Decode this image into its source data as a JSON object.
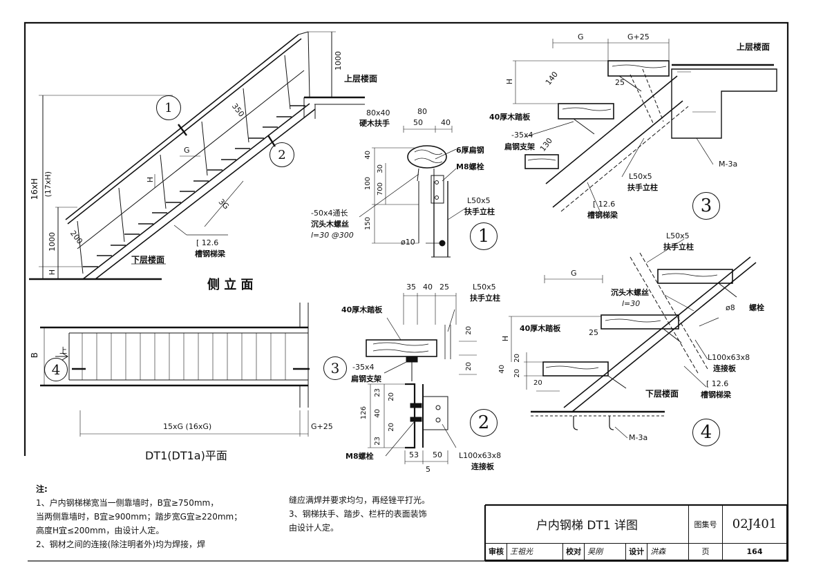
{
  "side_view": {
    "title": "侧 立 面",
    "detail1_ref": "1",
    "detail2_ref": "2",
    "upper_floor": "上层楼面",
    "lower_floor": "下层楼面",
    "height_total": "16xH",
    "height_total_alt": "(17xH)",
    "rail_height_top": "1000",
    "rail_height_bottom": "1000",
    "stair_h": "H",
    "dim_g": "G",
    "dim_3g": "3G",
    "dim_h_bottom": "H",
    "dim_350": "350",
    "dim_200": "200",
    "beam_size": "[ 12.6",
    "beam_name": "槽钢梯梁"
  },
  "detail1": {
    "num": "1",
    "handrail_size": "80x40",
    "handrail_name": "硬木扶手",
    "dim_80": "80",
    "dim_50": "50",
    "dim_40": "40",
    "flat_steel": "6厚扁钢",
    "bolt": "M8螺栓",
    "dim_v40": "40",
    "dim_v30": "30",
    "dim_v100": "100",
    "dim_v700": "700",
    "dim_v150": "150",
    "strip": "-50x4通长",
    "screw": "沉头木螺丝",
    "spacing": "l=30 @300",
    "rod": "ø10",
    "post_size": "L50x5",
    "post_name": "扶手立柱"
  },
  "detail2": {
    "num": "2",
    "dim_35": "35",
    "dim_40": "40",
    "dim_25": "25",
    "post_size": "L50x5",
    "post_name": "扶手立柱",
    "tread": "40厚木踏板",
    "bracket_size": "-35x4",
    "bracket_name": "扁钢支架",
    "dim_20a": "20",
    "dim_20b": "20",
    "dim_126": "126",
    "dim_23a": "23",
    "dim_20c": "20",
    "dim_40v": "40",
    "dim_20d": "20",
    "dim_23b": "23",
    "bolt": "M8螺栓",
    "dim_53": "53",
    "dim_50": "50",
    "dim_5": "5",
    "plate_size": "L100x63x8",
    "plate_name": "连接板"
  },
  "detail3": {
    "num": "3",
    "dim_g": "G",
    "dim_g25": "G+25",
    "upper_floor": "上层楼面",
    "dim_h": "H",
    "dim_140": "140",
    "dim_25": "25",
    "tread": "40厚木踏板",
    "bracket_size": "-35x4",
    "bracket_name": "扁钢支架",
    "dim_130": "130",
    "post_size": "L50x5",
    "post_name": "扶手立柱",
    "beam_size": "[ 12.6",
    "beam_name": "槽钢梯梁",
    "anchor": "M-3a"
  },
  "detail4": {
    "num": "4",
    "post_size": "L50x5",
    "post_name": "扶手立柱",
    "dim_g": "G",
    "screw": "沉头木螺丝",
    "screw_len": "l=30",
    "bolt_dia": "ø8",
    "bolt": "螺栓",
    "tread": "40厚木踏板",
    "dim_h": "H",
    "dim_25": "25",
    "dim_40": "40",
    "dim_20a": "20",
    "dim_20b": "20",
    "dim_20c": "20",
    "plate_size": "L100x63x8",
    "plate_name": "连接板",
    "beam_size": "[ 12.6",
    "beam_name": "槽钢梯梁",
    "lower_floor": "下层楼面",
    "anchor": "M-3a"
  },
  "plan": {
    "title": "DT1(DT1a)平面",
    "dim_b": "B",
    "up": "上",
    "ref4": "4",
    "ref3": "3",
    "dim_length": "15xG (16xG)",
    "dim_g25": "G+25"
  },
  "notes": {
    "heading": "注:",
    "line1": "1、户内钢梯梯宽当一侧靠墙时，B宜≥750mm，",
    "line2": "当两侧靠墙时，B宜≥900mm；踏步宽G宜≥220mm；",
    "line3": "高度H宜≤200mm，由设计人定。",
    "line4": "2、钢材之间的连接(除注明者外)均为焊接，焊",
    "line5": "缝应满焊并要求均匀，再经锉平打光。",
    "line6": "3、钢梯扶手、踏步、栏杆的表面装饰",
    "line7": "由设计人定。"
  },
  "title_block": {
    "title": "户内钢梯 DT1 详图",
    "atlas_label": "图集号",
    "atlas_no": "02J401",
    "review": "审核",
    "review_sig": "王祖光",
    "check": "校对",
    "check_sig": "吴刚",
    "design": "设计",
    "design_sig": "洪森",
    "page_label": "页",
    "page_no": "164"
  }
}
